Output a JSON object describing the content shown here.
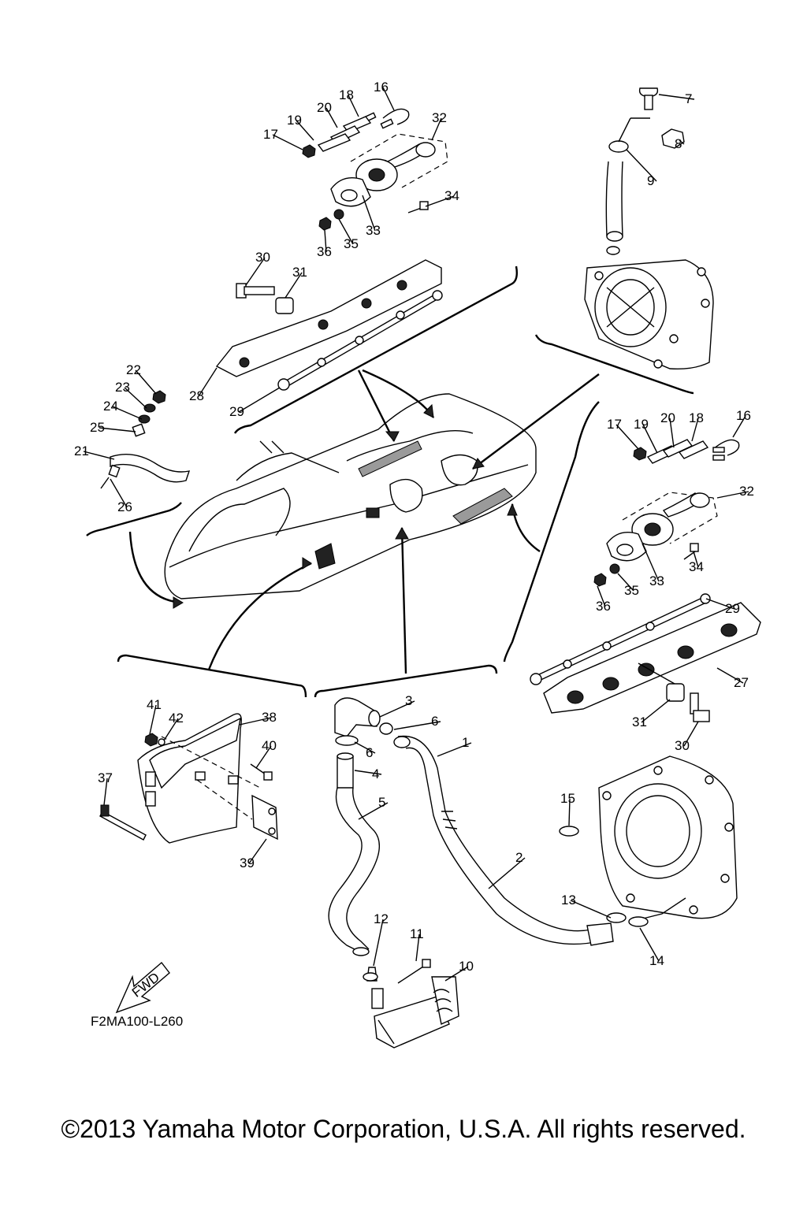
{
  "diagram_code": "F2MA100-L260",
  "fwd_label": "FWD",
  "copyright": "©2013 Yamaha Motor Corporation, U.S.A. All rights reserved.",
  "callouts": [
    {
      "id": "c16a",
      "text": "16"
    },
    {
      "id": "c18a",
      "text": "18"
    },
    {
      "id": "c20a",
      "text": "20"
    },
    {
      "id": "c19a",
      "text": "19"
    },
    {
      "id": "c17a",
      "text": "17"
    },
    {
      "id": "c32a",
      "text": "32"
    },
    {
      "id": "c34a",
      "text": "34"
    },
    {
      "id": "c33a",
      "text": "33"
    },
    {
      "id": "c35a",
      "text": "35"
    },
    {
      "id": "c36a",
      "text": "36"
    },
    {
      "id": "c30a",
      "text": "30"
    },
    {
      "id": "c31a",
      "text": "31"
    },
    {
      "id": "c28",
      "text": "28"
    },
    {
      "id": "c29a",
      "text": "29"
    },
    {
      "id": "c7",
      "text": "7"
    },
    {
      "id": "c8",
      "text": "8"
    },
    {
      "id": "c9",
      "text": "9"
    },
    {
      "id": "c22",
      "text": "22"
    },
    {
      "id": "c23",
      "text": "23"
    },
    {
      "id": "c24",
      "text": "24"
    },
    {
      "id": "c25",
      "text": "25"
    },
    {
      "id": "c21",
      "text": "21"
    },
    {
      "id": "c26",
      "text": "26"
    },
    {
      "id": "c17b",
      "text": "17"
    },
    {
      "id": "c19b",
      "text": "19"
    },
    {
      "id": "c20b",
      "text": "20"
    },
    {
      "id": "c18b",
      "text": "18"
    },
    {
      "id": "c16b",
      "text": "16"
    },
    {
      "id": "c32b",
      "text": "32"
    },
    {
      "id": "c34b",
      "text": "34"
    },
    {
      "id": "c33b",
      "text": "33"
    },
    {
      "id": "c35b",
      "text": "35"
    },
    {
      "id": "c36b",
      "text": "36"
    },
    {
      "id": "c29b",
      "text": "29"
    },
    {
      "id": "c27",
      "text": "27"
    },
    {
      "id": "c31b",
      "text": "31"
    },
    {
      "id": "c30b",
      "text": "30"
    },
    {
      "id": "c41",
      "text": "41"
    },
    {
      "id": "c42",
      "text": "42"
    },
    {
      "id": "c38",
      "text": "38"
    },
    {
      "id": "c40",
      "text": "40"
    },
    {
      "id": "c37",
      "text": "37"
    },
    {
      "id": "c39",
      "text": "39"
    },
    {
      "id": "c3",
      "text": "3"
    },
    {
      "id": "c6a",
      "text": "6"
    },
    {
      "id": "c6b",
      "text": "6"
    },
    {
      "id": "c1",
      "text": "1"
    },
    {
      "id": "c4",
      "text": "4"
    },
    {
      "id": "c5",
      "text": "5"
    },
    {
      "id": "c2",
      "text": "2"
    },
    {
      "id": "c15",
      "text": "15"
    },
    {
      "id": "c13",
      "text": "13"
    },
    {
      "id": "c14",
      "text": "14"
    },
    {
      "id": "c12",
      "text": "12"
    },
    {
      "id": "c11",
      "text": "11"
    },
    {
      "id": "c10",
      "text": "10"
    }
  ]
}
